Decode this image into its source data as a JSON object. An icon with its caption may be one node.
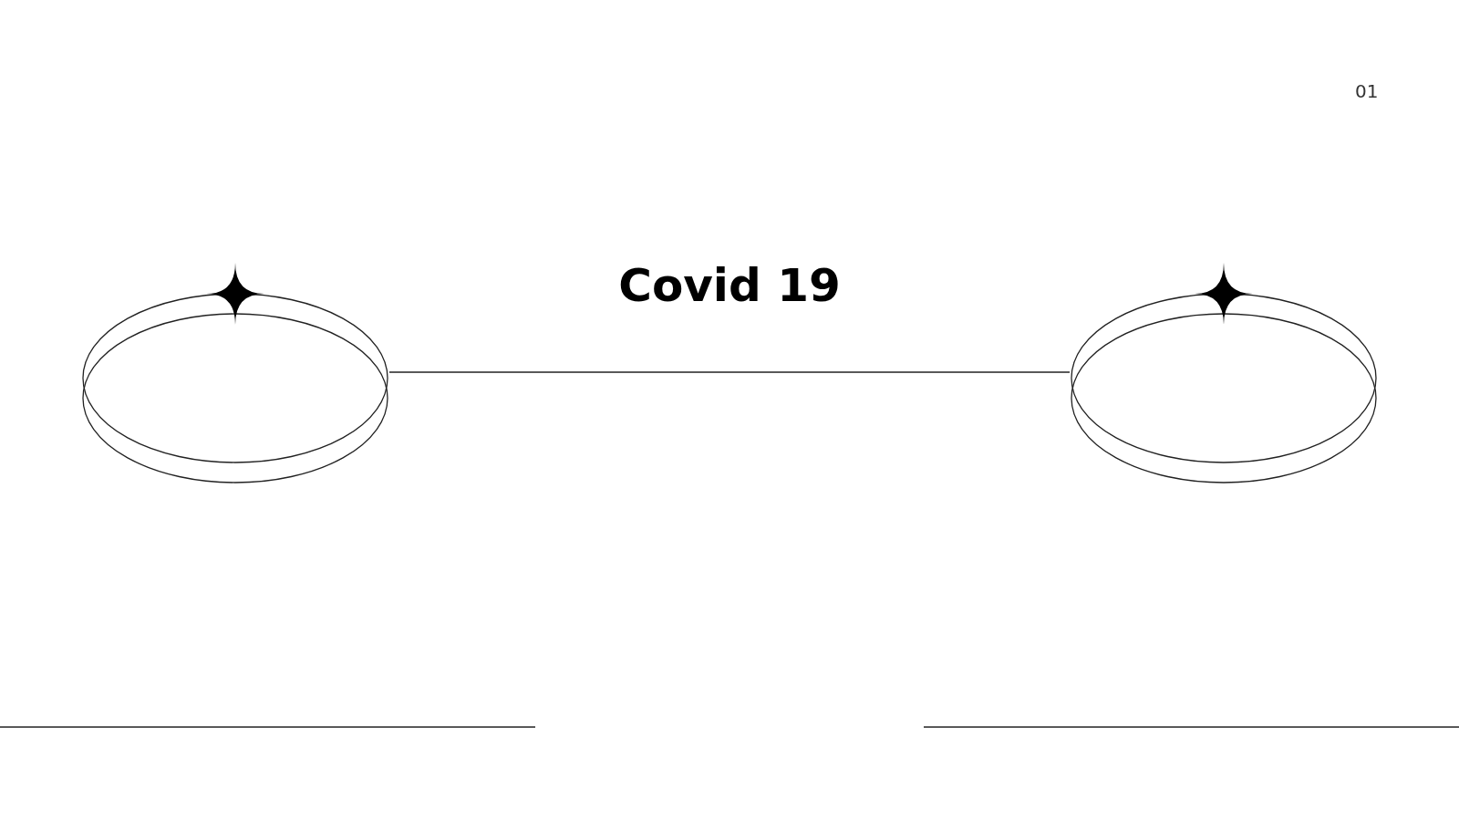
{
  "diagram": {
    "title": "Covid 19",
    "nodes": [
      {
        "text": [],
        "shape": "ellipse"
      },
      {
        "text": [],
        "shape": "ellipse"
      }
    ],
    "edges": [
      {
        "from": 0,
        "to": 1,
        "arrow": "none"
      }
    ],
    "labels": [
      "01"
    ]
  }
}
